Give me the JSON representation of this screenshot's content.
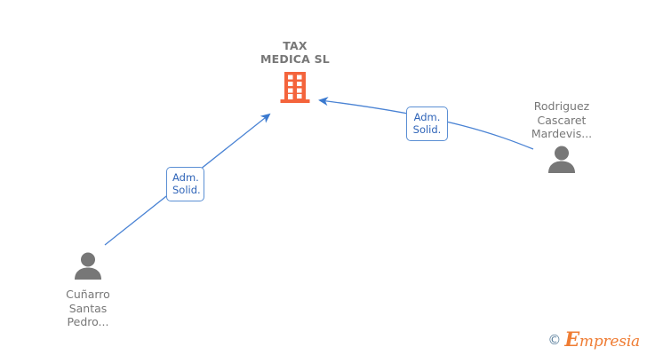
{
  "diagram": {
    "type": "org-relationship-graph",
    "background_color": "#ffffff",
    "company": {
      "name": "TAX\nMEDICA SL",
      "icon": "building-icon",
      "icon_color": "#F4643C"
    },
    "persons": [
      {
        "id": "person-left",
        "name": "Cuñarro\nSantas\nPedro...",
        "icon": "person-icon",
        "icon_color": "#777777"
      },
      {
        "id": "person-right",
        "name": "Rodriguez\nCascaret\nMardevis...",
        "icon": "person-icon",
        "icon_color": "#777777"
      }
    ],
    "relations": [
      {
        "id": "relation-left",
        "label": "Adm.\nSolid.",
        "from": "person-left",
        "to": "company",
        "edge_color": "#4a83d4"
      },
      {
        "id": "relation-right",
        "label": "Adm.\nSolid.",
        "from": "person-right",
        "to": "company",
        "edge_color": "#4a83d4"
      }
    ]
  },
  "watermark": {
    "copyright": "©",
    "brand_cap": "E",
    "brand_rest": "mpresia",
    "brand_color": "#ef7c33",
    "copy_color": "#5a7f9c"
  }
}
